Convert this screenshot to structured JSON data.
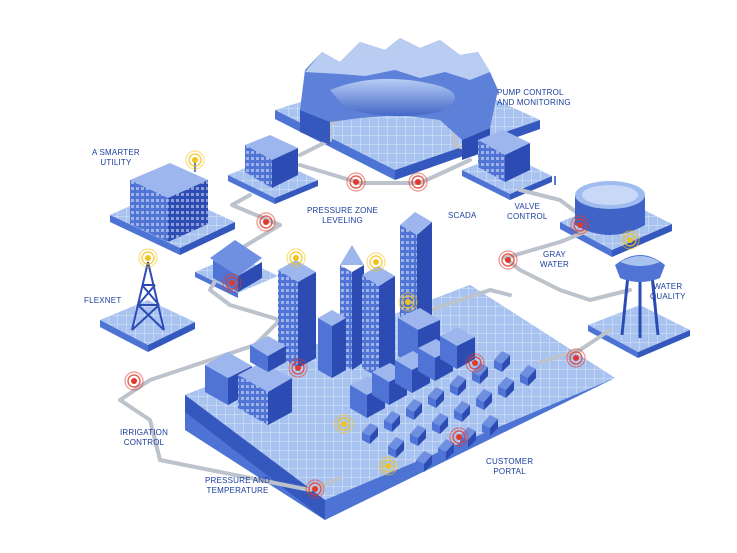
{
  "labels": {
    "smart_utility": [
      "A SMARTER",
      "UTILITY"
    ],
    "pump_control": [
      "PUMP CONTROL",
      "AND MONITORING"
    ],
    "pressure_zone": [
      "PRESSURE ZONE",
      "LEVELING"
    ],
    "scada": [
      "SCADA"
    ],
    "valve_control": [
      "VALVE",
      "CONTROL"
    ],
    "gray_water": [
      "GRAY",
      "WATER"
    ],
    "water_quality": [
      "WATER",
      "QUALITY"
    ],
    "flexnet": [
      "FLEXNET"
    ],
    "irrigation_control": [
      "IRRIGATION",
      "CONTROL"
    ],
    "pressure_temperature": [
      "PRESSURE AND",
      "TEMPERATURE"
    ],
    "customer_portal": [
      "CUSTOMER",
      "PORTAL"
    ]
  },
  "colors": {
    "label_text": "#1a3d9c",
    "tile_top": "#a9c3f0",
    "tile_side": "#4d74d4",
    "building_light": "#6f8fe0",
    "building_dark": "#2c4cb4",
    "pipe": "#bcc3cc",
    "signal_red": "#e23a2a",
    "signal_yellow": "#f2c21b"
  }
}
